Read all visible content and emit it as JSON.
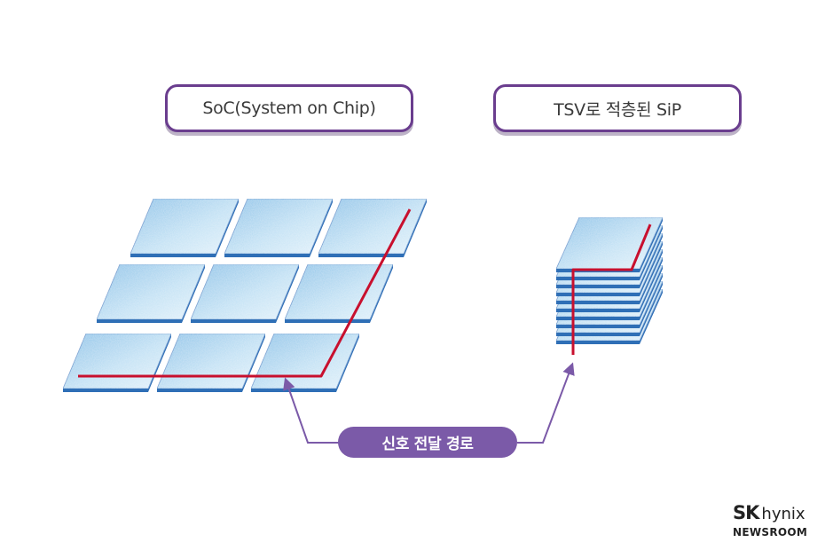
{
  "labels": {
    "soc": "SoC(System on Chip)",
    "sip": "TSV로 적층된 SiP",
    "signal_path": "신호 전달 경로"
  },
  "logo": {
    "brand_bold": "SK",
    "brand_light": "hynix",
    "sub": "NEWSROOM"
  },
  "colors": {
    "tile_fill": "#b8dcf2",
    "tile_edge": "#2f6fb6",
    "signal_line": "#c8102e",
    "accent_purple": "#6a3d8e",
    "label_fill": "#7b5aa8"
  },
  "soc_grid": {
    "rows": 3,
    "cols": 3
  },
  "sip_stack": {
    "layers": 10
  }
}
